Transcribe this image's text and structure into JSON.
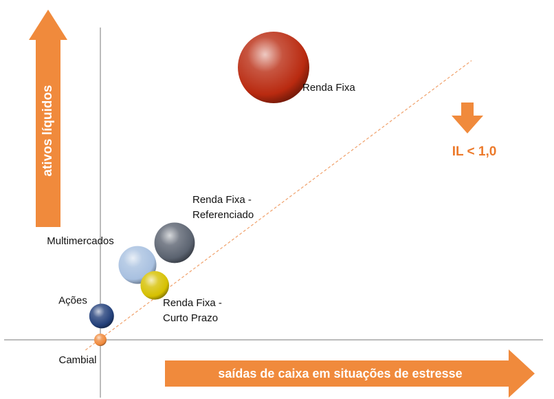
{
  "colors": {
    "accent": "#f08a3c",
    "accent_text": "#ec7a2b",
    "trend_line": "#f0a06a",
    "axis": "#777777"
  },
  "caption": "",
  "y_arrow_label": "ativos líquidos",
  "x_arrow_label": "saídas de caixa em situações de estresse",
  "threshold_label": "IL < 1,0",
  "chart_data": {
    "type": "scatter",
    "xlabel": "saídas de caixa em situações de estresse",
    "ylabel": "ativos líquidos",
    "grid": false,
    "points": [
      {
        "label": "Renda Fixa",
        "label_lines": [
          "Renda Fixa"
        ],
        "x": 7.0,
        "y": 8.0,
        "size": 10.0,
        "color": "#b92a10"
      },
      {
        "label": "Renda Fixa - Referenciado",
        "label_lines": [
          "Renda Fixa -",
          "Referenciado"
        ],
        "x": 3.0,
        "y": 2.85,
        "size": 3.2,
        "color": "#5b6370"
      },
      {
        "label": "Multimercados",
        "label_lines": [
          "Multimercados"
        ],
        "x": 1.5,
        "y": 2.2,
        "size": 2.8,
        "color": "#a8c0e0"
      },
      {
        "label": "Renda Fixa - Curto Prazo",
        "label_lines": [
          "Renda Fixa -",
          "Curto Prazo"
        ],
        "x": 2.2,
        "y": 1.6,
        "size": 1.6,
        "color": "#d6c000"
      },
      {
        "label": "Ações",
        "label_lines": [
          "Ações"
        ],
        "x": 0.05,
        "y": 0.7,
        "size": 1.2,
        "color": "#23407a"
      },
      {
        "label": "Cambial",
        "label_lines": [
          "Cambial"
        ],
        "x": 0.0,
        "y": 0.0,
        "size": 0.3,
        "color": "#f08a3c"
      }
    ],
    "trend_line": {
      "label": "IL < 1,0",
      "x": [
        -0.6,
        15.0
      ],
      "y": [
        -0.3,
        8.2
      ]
    }
  }
}
